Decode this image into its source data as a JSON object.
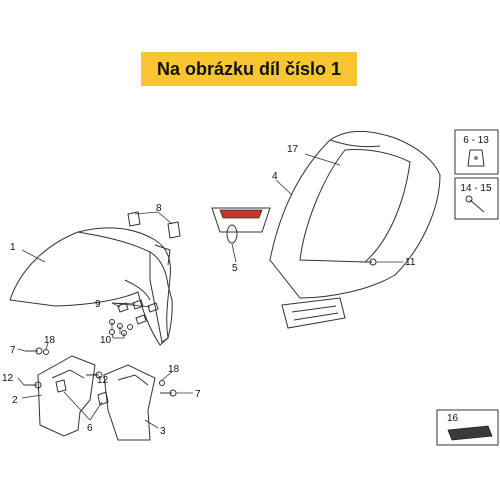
{
  "banner": {
    "text": "Na obrázku díl číslo 1",
    "color": "#f7c631"
  },
  "callouts": {
    "c1": "1",
    "c2": "2",
    "c3": "3",
    "c4": "4",
    "c5": "5",
    "c6": "6",
    "c7a": "7",
    "c7b": "7",
    "c8": "8",
    "c9": "9",
    "c10": "10",
    "c11": "11",
    "c12a": "12",
    "c12b": "12",
    "c17": "17",
    "c18a": "18",
    "c18b": "18"
  },
  "side_boxes": {
    "box1_label": "6 - 13",
    "box2_label": "14 - 15",
    "box3_label": "16"
  },
  "icons": {
    "fender": "front-fender-icon",
    "cover": "front-cover-icon",
    "reflector": "reflector-icon",
    "nut": "clip-nut-icon",
    "screw": "screw-icon",
    "pad": "adhesive-pad-icon"
  },
  "colors": {
    "part_fill": "#f2f2f2",
    "part_shade": "#d9d9d9",
    "outline": "#333333",
    "reflector_red": "#c0392b"
  }
}
